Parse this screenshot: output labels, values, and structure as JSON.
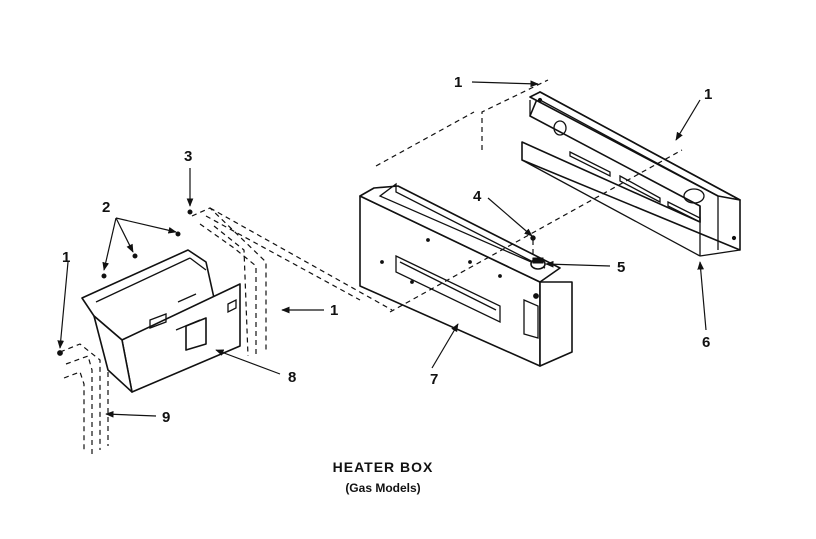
{
  "caption": {
    "title": "HEATER BOX",
    "subtitle": "(Gas Models)"
  },
  "callouts": {
    "c1_top": "1",
    "c1_upper_right": "1",
    "c1_left": "1",
    "c1_mid": "1",
    "c2": "2",
    "c3": "3",
    "c4": "4",
    "c5": "5",
    "c6": "6",
    "c7": "7",
    "c8": "8",
    "c9": "9"
  }
}
